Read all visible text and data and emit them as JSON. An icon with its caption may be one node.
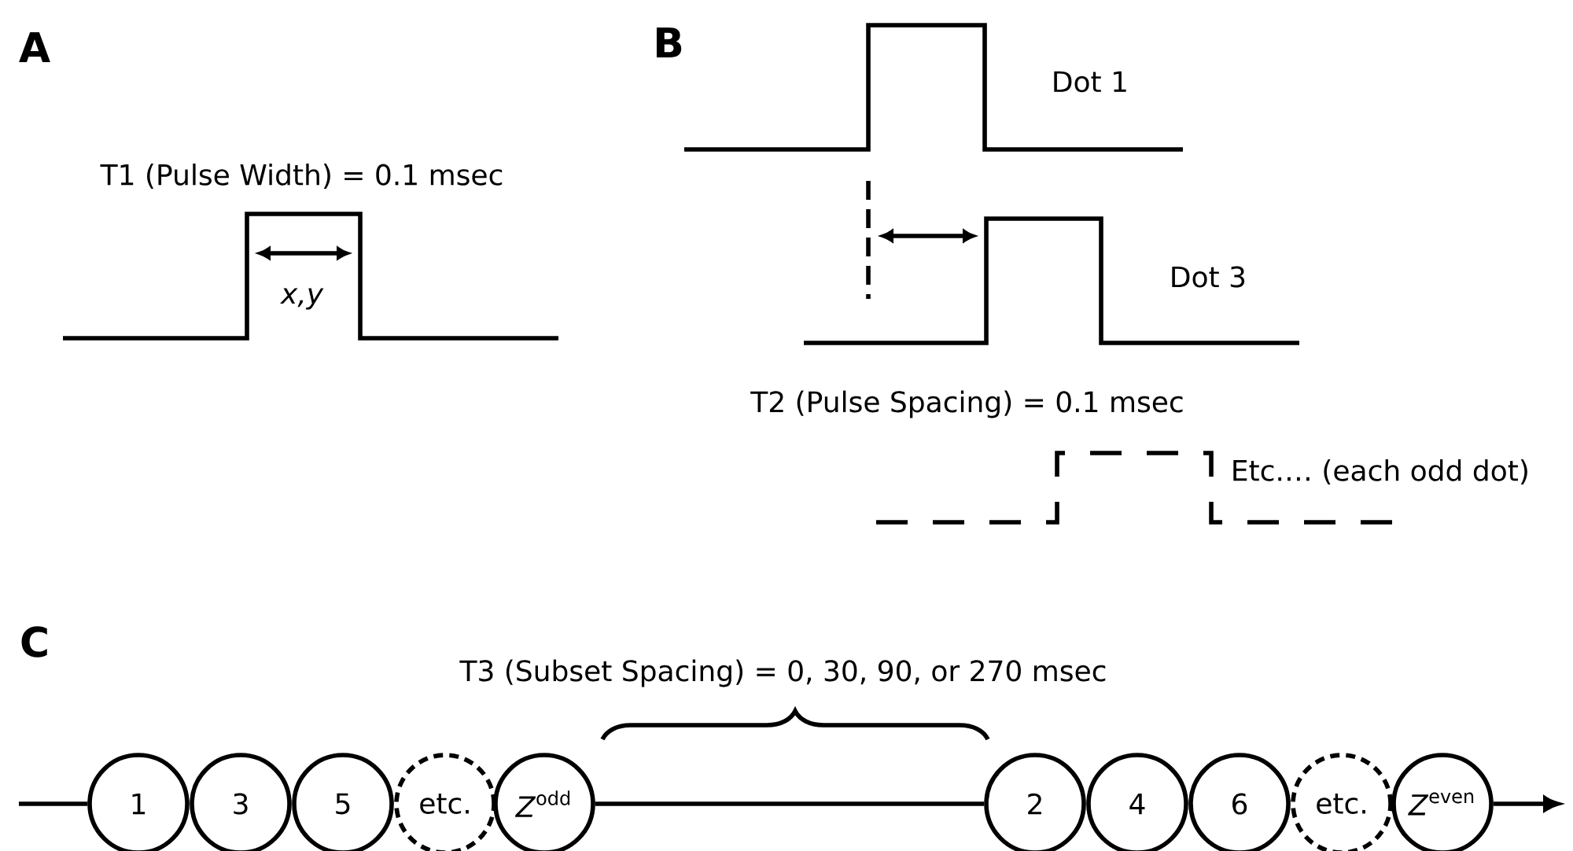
{
  "diagram": {
    "nodes": [
      {
        "text": [
          "1"
        ]
      },
      {
        "text": [
          "3"
        ]
      },
      {
        "text": [
          "5"
        ]
      },
      {
        "text": [
          "etc."
        ]
      },
      {
        "text": [
          "*Z*$^{odd}$"
        ]
      },
      {
        "text": [
          "2"
        ]
      },
      {
        "text": [
          "4"
        ]
      },
      {
        "text": [
          "6"
        ]
      },
      {
        "text": [
          "etc."
        ]
      },
      {
        "text": [
          "*Z*$^{even}$"
        ]
      }
    ],
    "edges": [
      {
        "from": null,
        "to": 0,
        "arrow": "none"
      },
      {
        "from": 4,
        "to": 5,
        "arrow": "none"
      },
      {
        "from": 9,
        "to": null,
        "arrow": "to"
      }
    ],
    "labels": [
      "A",
      "B",
      "Dot 1",
      "T1 (Pulse Width) = 0.1 msec",
      "x,y",
      "Dot 3",
      "T2 (Pulse Spacing) = 0.1 msec",
      "Etc.… (each odd dot)",
      "C",
      "T3 (Subset Spacing) = 0, 30, 90, or 270 msec"
    ]
  }
}
